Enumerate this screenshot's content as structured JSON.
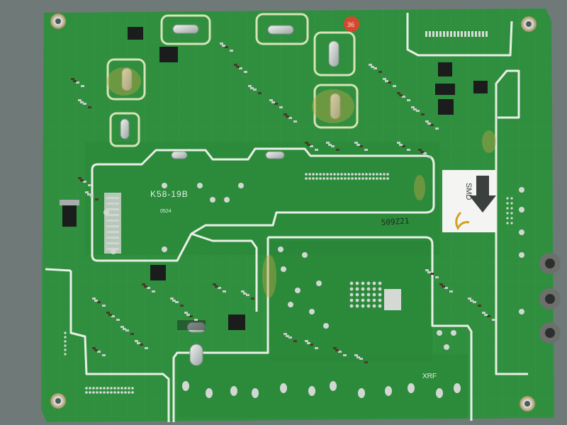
{
  "board": {
    "marking": "K58-19B",
    "date_code": "0524",
    "smd_label": "SMD",
    "handwritten_code": "509Z21",
    "red_mark": "36",
    "rf_label": "XRF",
    "ul_mark": "",
    "colors": {
      "board": "#2f8f3e",
      "board_dark": "#237531",
      "trace": "#3fa14f",
      "silkscreen": "#e9efe6",
      "flux_stain": "#b7a347",
      "solder": "#c9cfcf",
      "background": "#6f7a78"
    }
  }
}
